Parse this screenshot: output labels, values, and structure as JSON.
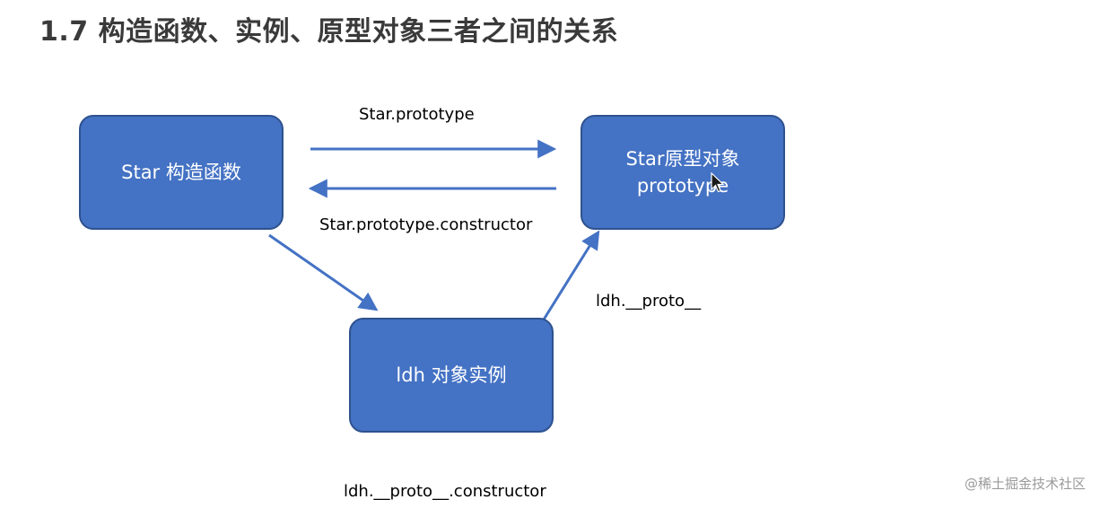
{
  "title": "1.7 构造函数、实例、原型对象三者之间的关系",
  "nodes": {
    "star_constructor": "Star 构造函数",
    "star_prototype_line1": "Star原型对象",
    "star_prototype_line2": "prototype",
    "ldh_instance": "ldh 对象实例"
  },
  "labels": {
    "prototype": "Star.prototype",
    "constructor": "Star.prototype.constructor",
    "ldh_proto": "ldh.__proto__",
    "ldh_proto_constructor": "ldh.__proto__.constructor"
  },
  "watermark": "@稀土掘金技术社区",
  "colors": {
    "node_fill": "#4472c4",
    "node_border": "#2f528f",
    "arrow": "#4472c4"
  }
}
